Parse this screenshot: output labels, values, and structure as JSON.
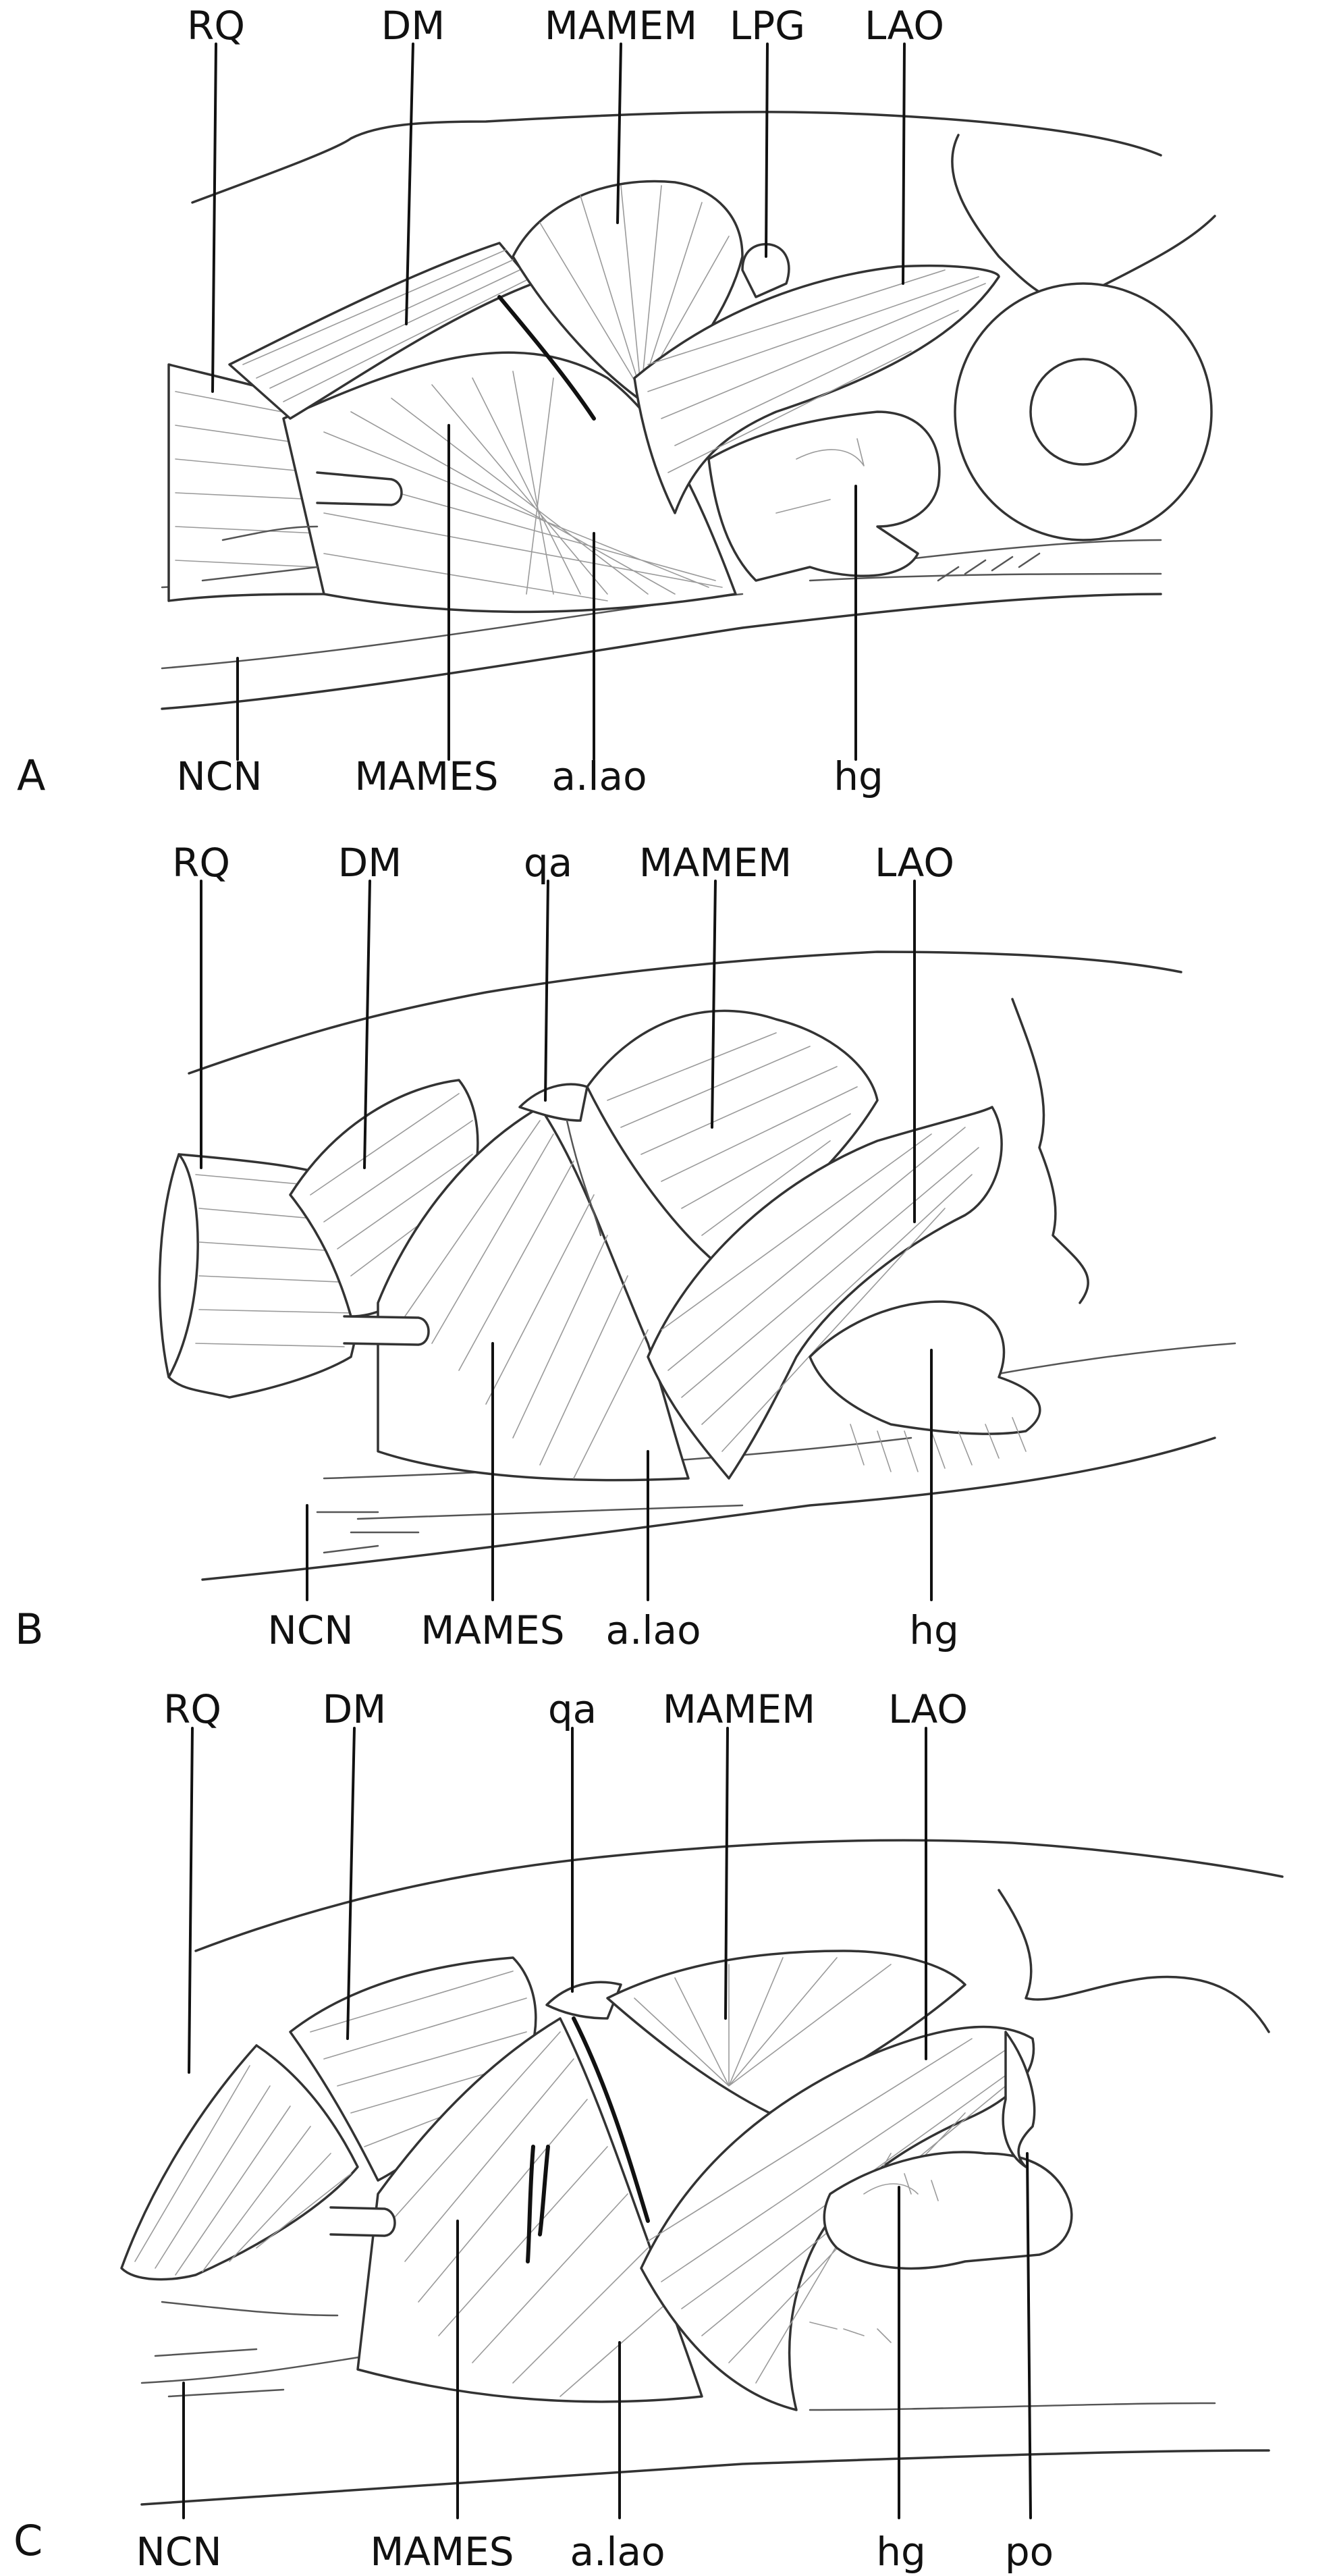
{
  "panels": [
    {
      "letter": "A",
      "labels": {
        "rq": "RQ",
        "dm": "DM",
        "mamem": "MAMEM",
        "lpg": "LPG",
        "lao": "LAO",
        "ncn": "NCN",
        "mames": "MAMES",
        "alao": "a.lao",
        "hg": "hg"
      }
    },
    {
      "letter": "B",
      "labels": {
        "rq": "RQ",
        "dm": "DM",
        "qa": "qa",
        "mamem": "MAMEM",
        "lao": "LAO",
        "ncn": "NCN",
        "mames": "MAMES",
        "alao": "a.lao",
        "hg": "hg"
      }
    },
    {
      "letter": "C",
      "labels": {
        "rq": "RQ",
        "dm": "DM",
        "qa": "qa",
        "mamem": "MAMEM",
        "lao": "LAO",
        "ncn": "NCN",
        "mames": "MAMES",
        "alao": "a.lao",
        "hg": "hg",
        "po": "po"
      }
    }
  ]
}
